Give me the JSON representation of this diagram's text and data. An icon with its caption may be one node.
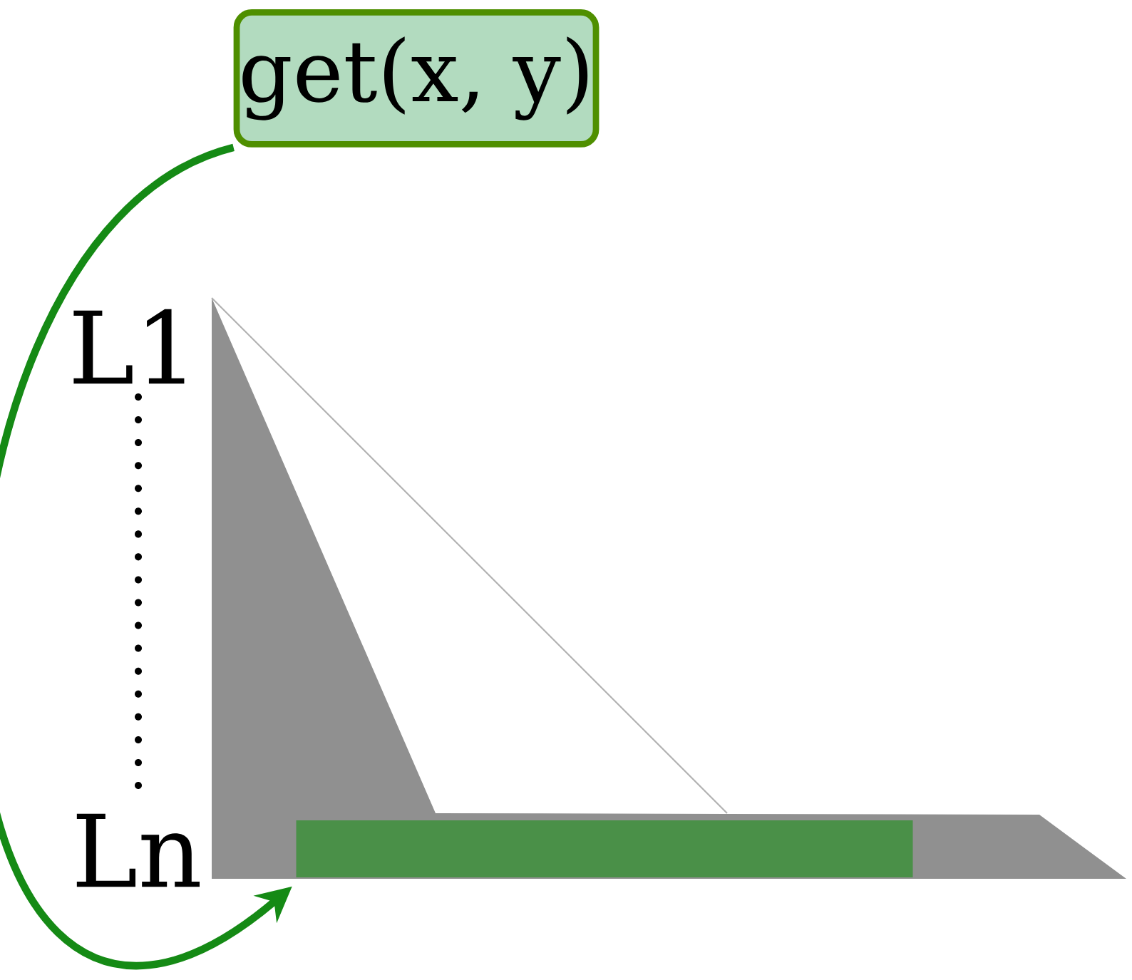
{
  "diagram": {
    "nodes": [
      {
        "text": [
          "get(x, y)"
        ]
      },
      {
        "text": [],
        "shape": "bar"
      }
    ],
    "edges": [
      {
        "from": 0,
        "to": 1,
        "arrow": "to",
        "color": "#158a15"
      }
    ],
    "labels": [
      "L1",
      "Ln"
    ]
  }
}
